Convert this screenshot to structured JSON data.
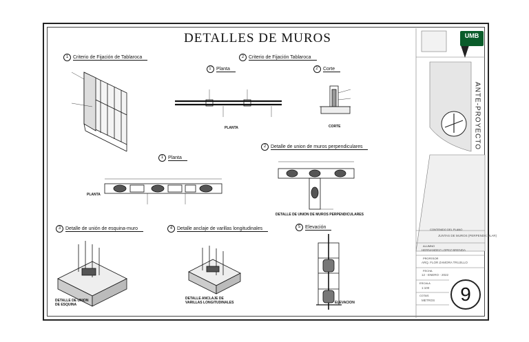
{
  "title": "DETALLES DE MUROS",
  "details": [
    {
      "num": "1",
      "label": "Criterio de Fijación de Tablaroca"
    },
    {
      "num": "2",
      "label": "Criterio de Fijación Tablaroca"
    },
    {
      "num": "1'",
      "label": "Planta"
    },
    {
      "num": "2'",
      "label": "Corte"
    },
    {
      "num": "1",
      "label": "Planta"
    },
    {
      "num": "2",
      "label": "Detalle de union de muros perpendiculares"
    },
    {
      "num": "3",
      "label": "Detalle de unión de esquina-muro"
    },
    {
      "num": "4",
      "label": "Detalle anclaje de varillas longitudinales"
    },
    {
      "num": "5",
      "label": "Elevación"
    }
  ],
  "captions": {
    "planta": "PLANTA",
    "corte": "CORTE",
    "planta2": "PLANTA",
    "union": "DETALLE DE UNION DE MUROS PERPENDICULARES",
    "esquina_1": "DETALLE DE UNION",
    "esquina_2": "DE ESQUINA",
    "anclaje_1": "DETALLE ANCLAJE DE",
    "anclaje_2": "VARILLAS LONGITUDINALES",
    "elevacion": "ELEVACION"
  },
  "title_block": {
    "logo": "UMB",
    "vertical_label": "ANTE-PROYECTO",
    "sheet_number": "9",
    "fields": [
      {
        "label": "CONTENIDO DEL PLANO",
        "value": "JUNTAS DE MUROS (PERPENDICULAR)"
      },
      {
        "label": "ALUMNO",
        "value": "HERNANDEZ LOPEZ BRENDA"
      },
      {
        "label": "PROFESOR",
        "value": "ARQ. FLOR ZAMORA TRUJILLO"
      },
      {
        "label": "FECHA",
        "value": "12 - ENERO - 2022"
      },
      {
        "label": "ESCALA",
        "value": "1:100"
      },
      {
        "label": "COTAS",
        "value": "METROS"
      }
    ]
  }
}
